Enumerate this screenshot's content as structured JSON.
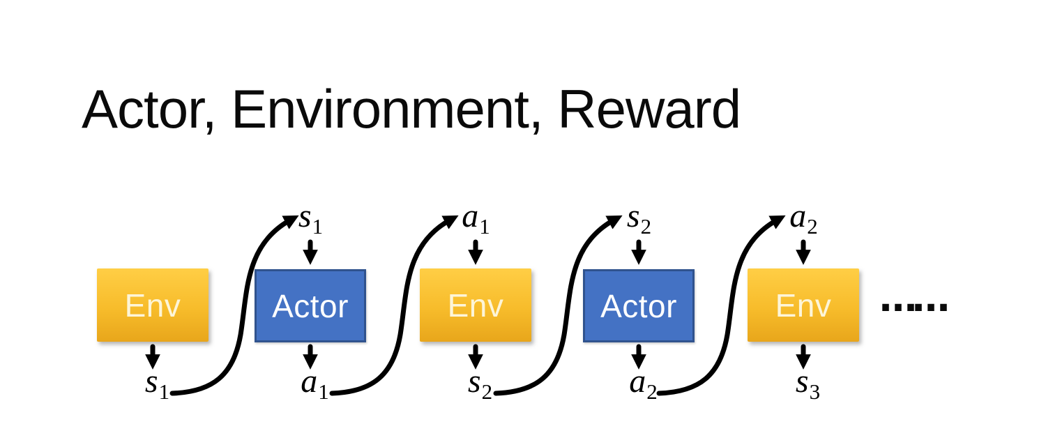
{
  "title": "Actor, Environment, Reward",
  "boxes": [
    {
      "label": "Env"
    },
    {
      "label": "Actor"
    },
    {
      "label": "Env"
    },
    {
      "label": "Actor"
    },
    {
      "label": "Env"
    }
  ],
  "top_labels": [
    {
      "base": "s",
      "sub": "1"
    },
    {
      "base": "a",
      "sub": "1"
    },
    {
      "base": "s",
      "sub": "2"
    },
    {
      "base": "a",
      "sub": "2"
    }
  ],
  "bottom_labels": [
    {
      "base": "s",
      "sub": "1"
    },
    {
      "base": "a",
      "sub": "1"
    },
    {
      "base": "s",
      "sub": "2"
    },
    {
      "base": "a",
      "sub": "2"
    },
    {
      "base": "s",
      "sub": "3"
    }
  ],
  "ellipsis": "……",
  "colors": {
    "background": "#FFFFFF",
    "title_text": "#0A0A0A",
    "env_gradient_top": "#FFCE45",
    "env_gradient_bottom": "#E8A61B",
    "env_text": "#FDF5D8",
    "actor_fill": "#4472C4",
    "actor_border": "#30538E",
    "actor_text": "#FFFFFF",
    "arrow": "#000000"
  }
}
